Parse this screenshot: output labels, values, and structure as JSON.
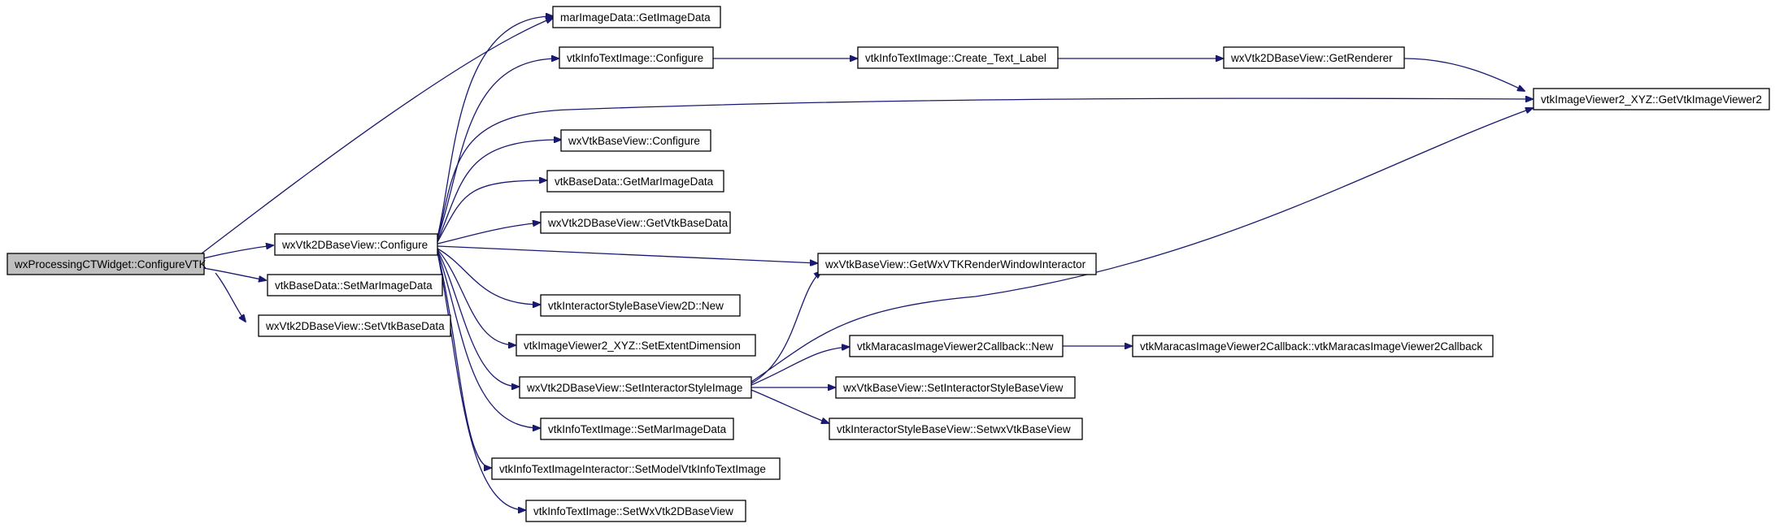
{
  "graph": {
    "edge_color": "#191970",
    "root_fill": "#bfbfbf",
    "nodes": {
      "root": "wxProcessingCTWidget::ConfigureVTK",
      "n_configure2d": "wxVtk2DBaseView::Configure",
      "n_setmarimagedata_bd": "vtkBaseData::SetMarImageData",
      "n_setvtkbasedata": "wxVtk2DBaseView::SetVtkBaseData",
      "n_getimagedata": "marImageData::GetImageData",
      "n_infotext_configure": "vtkInfoTextImage::Configure",
      "n_create_text_label": "vtkInfoTextImage::Create_Text_Label",
      "n_getrenderer": "wxVtk2DBaseView::GetRenderer",
      "n_getvtkimageviewer2": "vtkImageViewer2_XYZ::GetVtkImageViewer2",
      "n_wxvtkbase_configure": "wxVtkBaseView::Configure",
      "n_getmarimagedata": "vtkBaseData::GetMarImageData",
      "n_getvtkbasedata": "wxVtk2DBaseView::GetVtkBaseData",
      "n_getrenderwindowinteractor": "wxVtkBaseView::GetWxVTKRenderWindowInteractor",
      "n_interactorstyle_new": "vtkInteractorStyleBaseView2D::New",
      "n_setextentdimension": "vtkImageViewer2_XYZ::SetExtentDimension",
      "n_setinteractorstyleimage": "wxVtk2DBaseView::SetInteractorStyleImage",
      "n_maracas_new": "vtkMaracasImageViewer2Callback::New",
      "n_maracas_ctor": "vtkMaracasImageViewer2Callback::vtkMaracasImageViewer2Callback",
      "n_setinteractorstylebaseview": "wxVtkBaseView::SetInteractorStyleBaseView",
      "n_setwxvtkbaseview": "vtkInteractorStyleBaseView::SetwxVtkBaseView",
      "n_infotext_setmarimagedata": "vtkInfoTextImage::SetMarImageData",
      "n_setmodelvtkinfotextimage": "vtkInfoTextImageInteractor::SetModelVtkInfoTextImage",
      "n_setwxvtk2dbaseview": "vtkInfoTextImage::SetWxVtk2DBaseView"
    }
  }
}
